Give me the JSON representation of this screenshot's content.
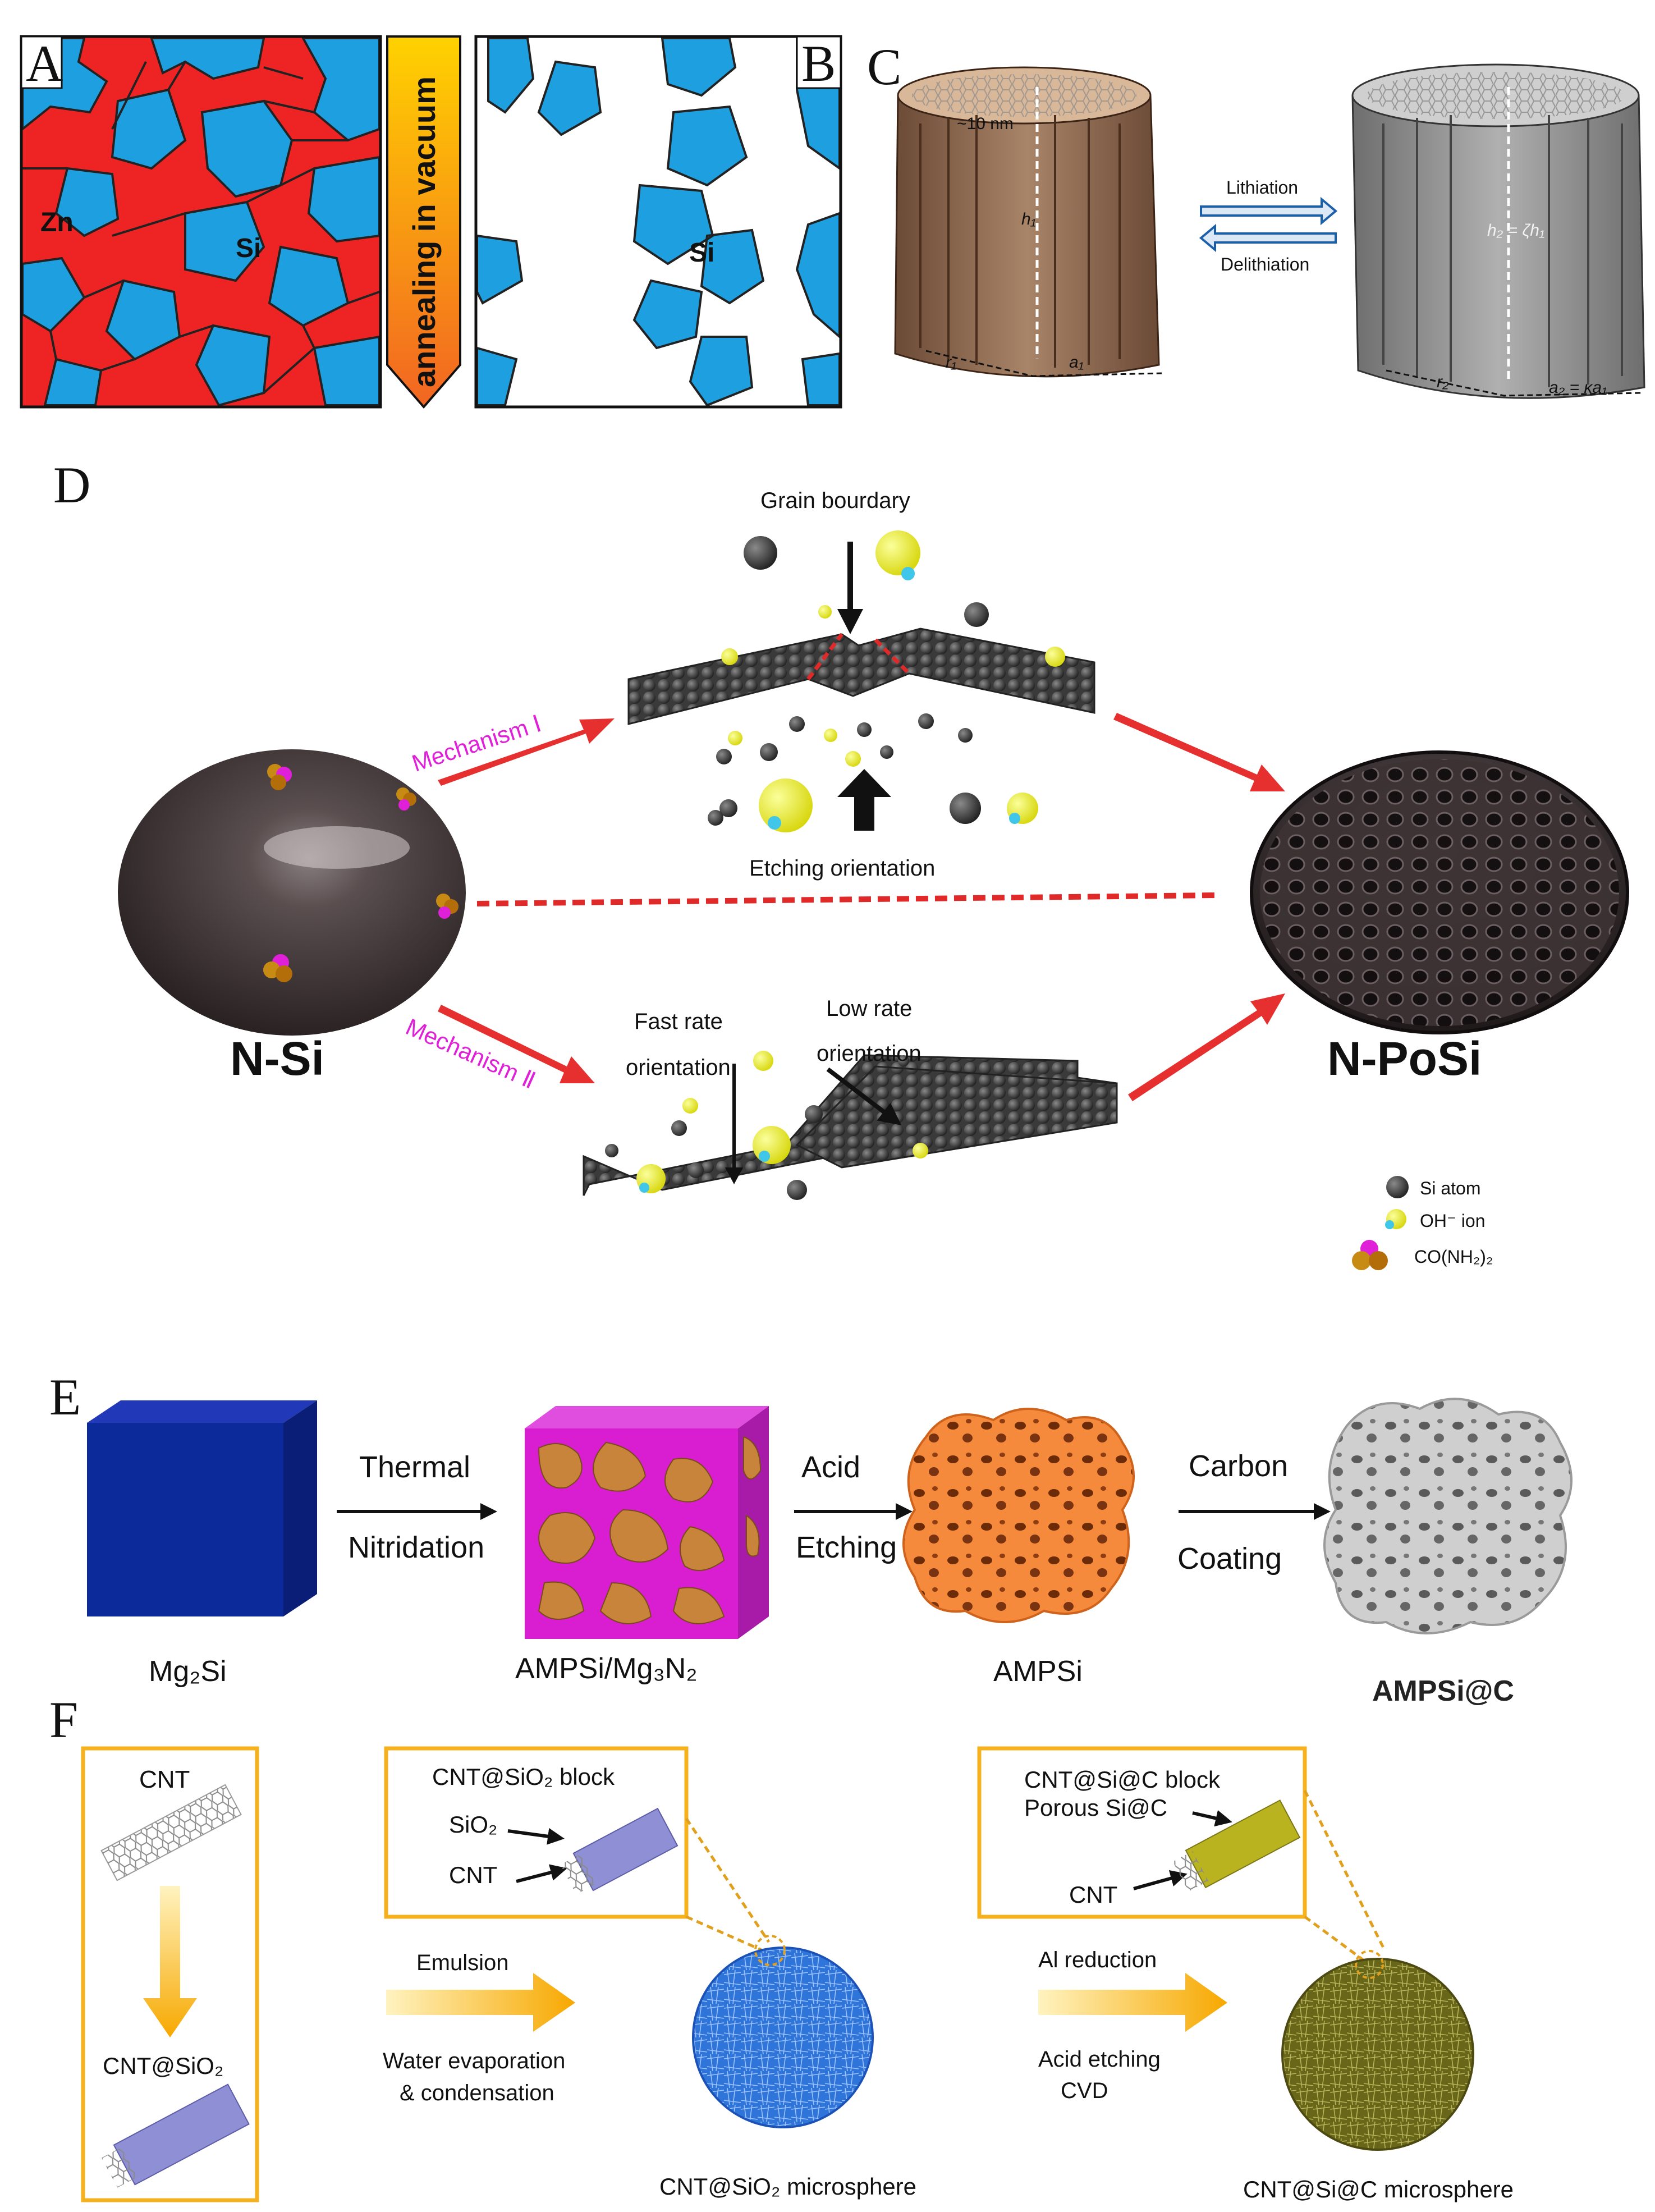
{
  "panels": {
    "A": {
      "letter": "A",
      "zn_label": "Zn",
      "si_label": "Si"
    },
    "arrow_ab": {
      "label": "annealing in vacuum"
    },
    "B": {
      "letter": "B",
      "si_label": "Si"
    },
    "C": {
      "letter": "C",
      "pore_size": "~10 nm",
      "h1": "h₁",
      "r1": "r₁",
      "a1": "a₁",
      "h2": "h₂ = ζh₁",
      "r2": "r₂",
      "a2": "a₂ = κa₁",
      "lithiation": "Lithiation",
      "delithiation": "Delithiation"
    },
    "D": {
      "letter": "D",
      "grain_boundary": "Grain bourdary",
      "etching_orientation": "Etching orientation",
      "mechanism_1": "Mechanism Ⅰ",
      "mechanism_2": "Mechanism Ⅱ",
      "fast_rate_1": "Fast rate",
      "fast_rate_2": "orientation",
      "low_rate_1": "Low rate",
      "low_rate_2": "orientation",
      "n_si": "N-Si",
      "n_posi": "N-PoSi",
      "legend": {
        "si_atom": "Si atom",
        "oh_ion": "OH⁻ ion",
        "urea": "CO(NH₂)₂"
      }
    },
    "E": {
      "letter": "E",
      "step1_top": "Thermal",
      "step1_bottom": "Nitridation",
      "step2_top": "Acid",
      "step2_bottom": "Etching",
      "step3_top": "Carbon",
      "step3_bottom": "Coating",
      "mg2si": "Mg₂Si",
      "ampsi_mg3n2": "AMPSi/Mg₃N₂",
      "ampsi": "AMPSi",
      "ampsi_c": "AMPSi@C"
    },
    "F": {
      "letter": "F",
      "cnt": "CNT",
      "cnt_sio2": "CNT@SiO₂",
      "block1_title": "CNT@SiO₂ block",
      "block1_sio2": "SiO₂",
      "block1_cnt": "CNT",
      "emulsion": "Emulsion",
      "water_1": "Water evaporation",
      "water_2": "& condensation",
      "micro1": "CNT@SiO₂ microsphere",
      "block2_title": "CNT@Si@C block",
      "block2_porous": "Porous Si@C",
      "block2_cnt": "CNT",
      "al_reduction": "Al reduction",
      "acid_etching": "Acid etching",
      "cvd": "CVD",
      "micro2": "CNT@Si@C microsphere"
    }
  },
  "colors": {
    "zn_red": "#ee2424",
    "si_blue": "#1e9fe0",
    "arrow_orange": "#f7931e",
    "arrow_yellow": "#ffd200",
    "mechanism_magenta": "#e020d8",
    "red_arrow": "#e63030",
    "mg2si_blue": "#0d2a9a",
    "nitride_magenta": "#d81ed0",
    "ampsi_orange": "#f58a3c",
    "carbon_gray": "#c8c8c8",
    "frame_orange": "#f5b21e",
    "cnt_sio2_blue": "#2f74d8",
    "olive": "#6e6c1a"
  }
}
